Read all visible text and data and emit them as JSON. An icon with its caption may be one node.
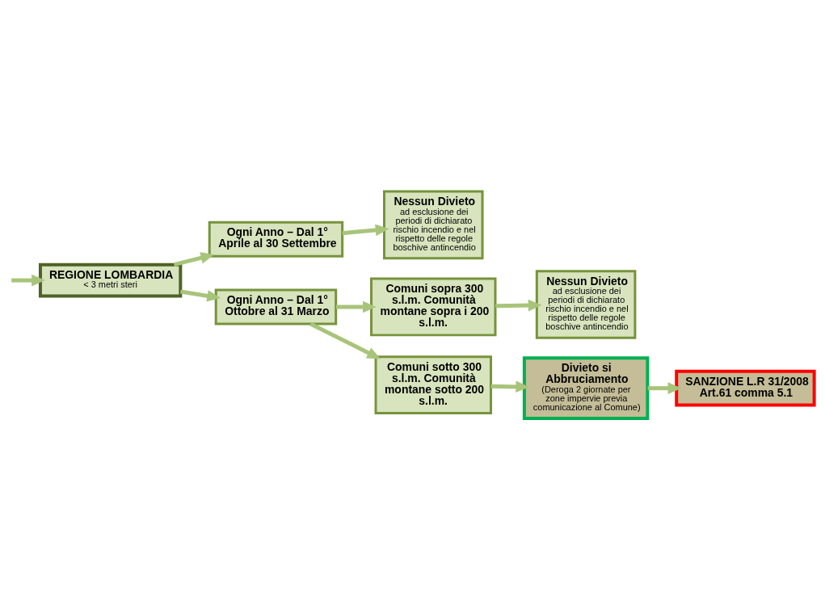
{
  "diagram": {
    "nodes": [
      {
        "text": [
          "REGIONE LOMBARDIA",
          "< 3 metri steri"
        ]
      },
      {
        "text": [
          "Ogni Anno – Dal 1° Aprile al 30 Settembre"
        ]
      },
      {
        "text": [
          "Nessun Divieto",
          "ad esclusione dei periodi di dichiarato rischio incendio e nel rispetto delle regole boschive antincendio"
        ]
      },
      {
        "text": [
          "Ogni Anno – Dal 1° Ottobre al 31 Marzo"
        ]
      },
      {
        "text": [
          "Comuni sopra 300 s.l.m. Comunità montane sopra i 200 s.l.m."
        ]
      },
      {
        "text": [
          "Nessun Divieto",
          "ad esclusione dei periodi di dichiarato rischio incendio e nel rispetto delle regole boschive antincendio"
        ]
      },
      {
        "text": [
          "Comuni sotto 300 s.l.m. Comunità montane sotto 200 s.l.m."
        ]
      },
      {
        "text": [
          "Divieto si Abbruciamento",
          "(Deroga 2 giornate per zone impervie previa comunicazione al Comune)"
        ]
      },
      {
        "text": [
          "SANZIONE L.R 31/2008 Art.61 comma 5.1"
        ]
      }
    ],
    "edges": [
      {
        "from": null,
        "to": 0,
        "arrow": "to"
      },
      {
        "from": 0,
        "to": 1,
        "arrow": "to"
      },
      {
        "from": 1,
        "to": 2,
        "arrow": "to"
      },
      {
        "from": 0,
        "to": 3,
        "arrow": "to"
      },
      {
        "from": 3,
        "to": 4,
        "arrow": "to"
      },
      {
        "from": 4,
        "to": 5,
        "arrow": "to"
      },
      {
        "from": 3,
        "to": 6,
        "arrow": "to"
      },
      {
        "from": 6,
        "to": 7,
        "arrow": "to"
      },
      {
        "from": 7,
        "to": 8,
        "arrow": "to"
      }
    ]
  }
}
